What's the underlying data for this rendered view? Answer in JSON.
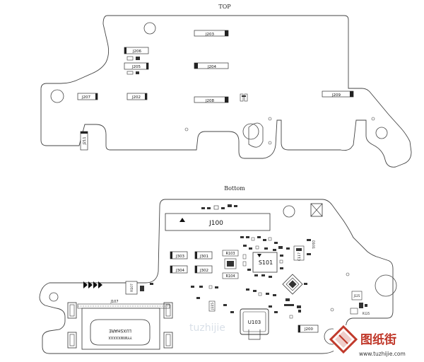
{
  "top_view": {
    "title": "TOP",
    "components": {
      "j203": "J203",
      "j206": "J206",
      "j205": "J205",
      "j204": "J204",
      "j207": "J207",
      "j202": "J202",
      "j208": "J208",
      "j209": "J209",
      "j211": "J211"
    }
  },
  "bottom_view": {
    "title": "Bottom",
    "components": {
      "j100": "J100",
      "j303": "J303",
      "j301": "J301",
      "j304": "J304",
      "j302": "J302",
      "r103": "R103",
      "r104": "R104",
      "s101": "S101",
      "j107": "J107",
      "j115": "J115",
      "u103": "U103",
      "j200": "J200",
      "d101": "D101",
      "c117": "C117",
      "r125": "R125",
      "j125": "J125",
      "r107": "R107",
      "luxshare": "LUXSHARE",
      "luxshare_sub": "YYWWXXXXX"
    }
  },
  "watermark": "tuzhijie",
  "logo": {
    "name": "图纸街",
    "url": "www.tuzhijie.com",
    "color": "#c0392b"
  }
}
